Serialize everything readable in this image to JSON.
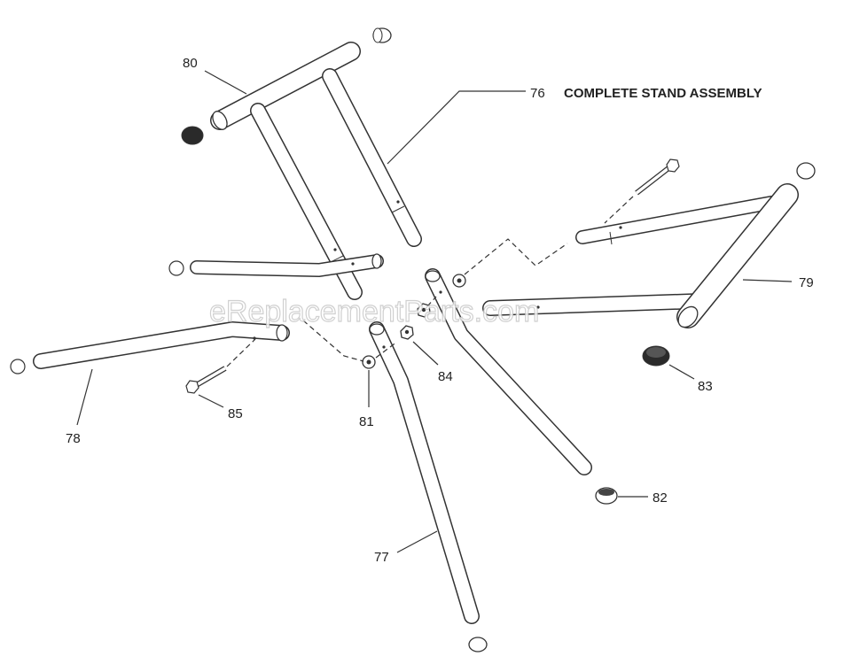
{
  "title": "COMPLETE STAND ASSEMBLY",
  "watermark": "eReplacementParts.com",
  "colors": {
    "line": "#333333",
    "tube_fill": "#ffffff",
    "cap_dark": "#2a2a2a"
  },
  "callouts": [
    {
      "id": "76",
      "text": "76"
    },
    {
      "id": "77",
      "text": "77"
    },
    {
      "id": "78",
      "text": "78"
    },
    {
      "id": "79",
      "text": "79"
    },
    {
      "id": "80",
      "text": "80"
    },
    {
      "id": "81",
      "text": "81"
    },
    {
      "id": "82",
      "text": "82"
    },
    {
      "id": "83",
      "text": "83"
    },
    {
      "id": "84",
      "text": "84"
    },
    {
      "id": "85",
      "text": "85"
    }
  ]
}
